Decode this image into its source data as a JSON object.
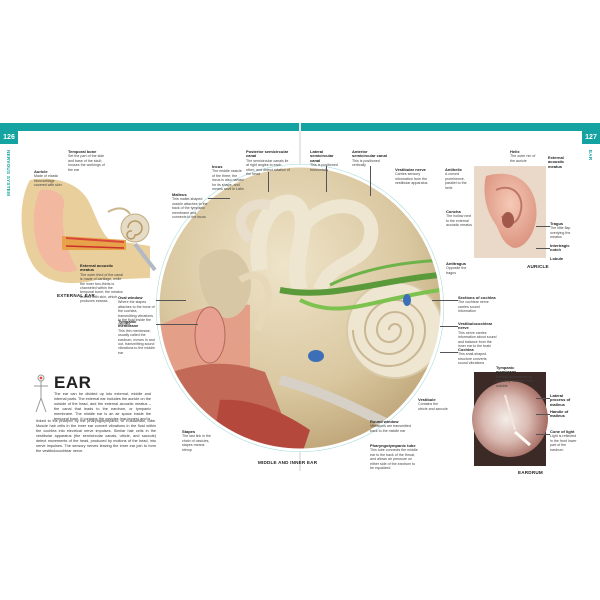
{
  "left_page": {
    "number": "126",
    "running_head": "NERVOUS SYSTEM",
    "title": "EAR",
    "intro": "The ear can be divided up into external, middle and internal parts. The external ear includes the auricle on the outside of the head, and the external acoustic meatus – the canal that leads to the eardrum, or tympanic membrane. The middle ear is an air space inside the temporal bone. It contains the ossicles (ear bones) and is",
    "body": "linked to the pharynx by the pharyngotympanic, or Eustachian, tube. Muscle hair cells in the inner ear convert vibrations in the fluid within the cochlea into electrical nerve impulses. Similar hair cells in the vestibular apparatus (the semicircular canals, utricle, and saccule) detect movements of the head, produced by motions of the head, into nerve impulses. The sensory nerves leaving the inner ear join to form the vestibulocochlear nerve."
  },
  "right_page": {
    "number": "127",
    "running_head": "EAR"
  },
  "captions": {
    "external_ear": "EXTERNAL EAR",
    "middle_inner_ear": "MIDDLE AND INNER EAR",
    "auricle": "AURICLE",
    "eardrum": "EARDRUM"
  },
  "labels": {
    "temporal_bone": {
      "title": "Temporal bone",
      "text": "Set the part of the side and base of the skull; houses the workings of the ear"
    },
    "auricle_l": {
      "title": "Auricle",
      "text": "Made of elastic fibrocartilage covered with skin"
    },
    "external_meatus": {
      "title": "External acoustic meatus",
      "text": "The outer third of the canal is made of cartilage, while the inner two-thirds is channeled within the temporal bone; the meatus is lined with skin, which produces earwax."
    },
    "malleus": {
      "title": "Malleus",
      "text": "This mallet-shaped ossicle attaches to the back of the tympanic membrane and connects to the incus"
    },
    "incus": {
      "title": "Incus",
      "text": "The middle ossicle of the three; the incus is also named for its shape, and means anvil in Latin"
    },
    "posterior_canal": {
      "title": "Posterior semicircular canal",
      "text": "The semicircular canals lie at right angles to each other, and detect rotation of the head"
    },
    "lateral_canal": {
      "title": "Lateral semicircular canal",
      "text": "This is positioned horizontally"
    },
    "anterior_canal": {
      "title": "Anterior semicircular canal",
      "text": "This is positioned vertically"
    },
    "vestibular_nerve": {
      "title": "Vestibular nerve",
      "text": "Carries sensory information from the vestibular apparatus"
    },
    "antihelix": {
      "title": "Antihelix",
      "text": "A curved prominence, parallel to the helix"
    },
    "helix": {
      "title": "Helix",
      "text": "The outer rim of the auricle"
    },
    "external_meatus_r": {
      "title": "External acoustic meatus",
      "text": ""
    },
    "concha": {
      "title": "Concha",
      "text": "The hollow next to the external acoustic meatus"
    },
    "tragus": {
      "title": "Tragus",
      "text": "The little flap overlying the meatus"
    },
    "intertragic": {
      "title": "Intertragic notch",
      "text": ""
    },
    "lobule": {
      "title": "Lobule",
      "text": ""
    },
    "antitragus": {
      "title": "Antitragus",
      "text": "Opposite the tragus"
    },
    "oval_window": {
      "title": "Oval window",
      "text": "Where the stapes attaches to the bone of the cochlea, transmitting vibrations to the fluid inside the cochlea"
    },
    "tympanic_membrane": {
      "title": "Tympanic membrane",
      "text": "This thin membrane, usually called the eardrum, moves in and out, transmitting sound vibrations to the middle ear"
    },
    "cochlear_nerve": {
      "title": "Sections of cochlea",
      "text": "The cochlear nerve carries sound information"
    },
    "vestibulocochlear": {
      "title": "Vestibulocochlear nerve",
      "text": "This nerve carries information about sound and balance from the inner ear to the brain"
    },
    "cochlea": {
      "title": "Cochlea",
      "text": "This snail-shaped structure converts sound vibrations"
    },
    "stapes": {
      "title": "Stapes",
      "text": "The last link in the chain of ossicles, stapes means stirrup"
    },
    "vestibule": {
      "title": "Vestibule",
      "text": "Contains the utricle and saccule"
    },
    "round_window": {
      "title": "Round window",
      "text": "Vibrations are transmitted back to the middle ear"
    },
    "pharyngotympanic": {
      "title": "Pharyngotympanic tube",
      "text": "This tube connects the middle ear to the back of the throat, and allows air pressure on either side of the eardrum to be equalized"
    },
    "tympanic_membrane_r": {
      "title": "Tympanic membrane",
      "text": "Normal appearance of a healthy eardrum from outside"
    },
    "lateral_process": {
      "title": "Lateral process of malleus",
      "text": ""
    },
    "handle_malleus": {
      "title": "Handle of malleus",
      "text": ""
    },
    "cone_light": {
      "title": "Cone of light",
      "text": "Light is reflected in the front lower part of the eardrum"
    }
  }
}
